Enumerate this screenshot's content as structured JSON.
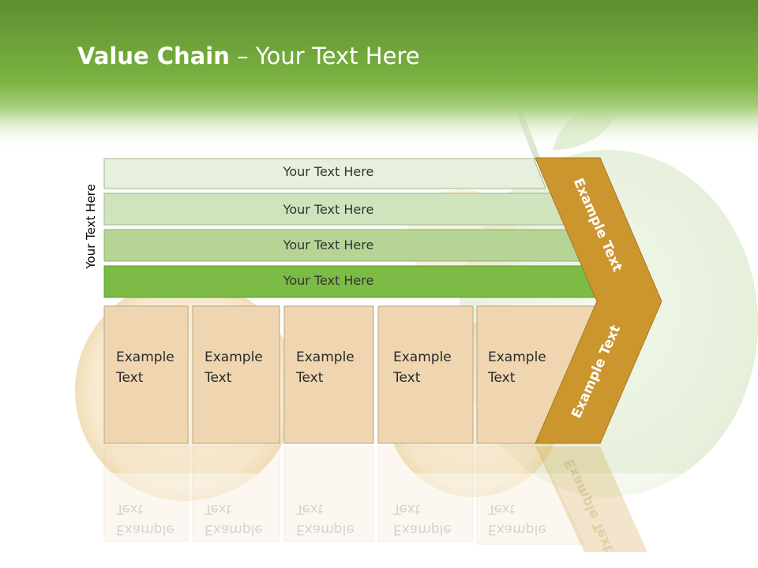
{
  "slide": {
    "title_bold": "Value Chain",
    "title_rest": " – Your Text Here",
    "vertical_label": "Your Text Here",
    "bars": [
      {
        "label": "Your Text Here"
      },
      {
        "label": "Your Text Here"
      },
      {
        "label": "Your Text Here"
      },
      {
        "label": "Your Text Here"
      }
    ],
    "boxes": [
      {
        "line1": "Example",
        "line2": "Text"
      },
      {
        "line1": "Example",
        "line2": "Text"
      },
      {
        "line1": "Example",
        "line2": "Text"
      },
      {
        "line1": "Example",
        "line2": "Text"
      },
      {
        "line1": "Example",
        "line2": "Text"
      }
    ],
    "chevron_top_label": "Example Text",
    "chevron_bottom_label": "Example Text"
  },
  "colors": {
    "header_green": "#7cb342",
    "bar1": "#e6f0dc",
    "bar2": "#cfe3bd",
    "bar3": "#b6d595",
    "bar4": "#7cbb45",
    "box_fill": "#efd6b0",
    "chevron": "#cc962f"
  }
}
